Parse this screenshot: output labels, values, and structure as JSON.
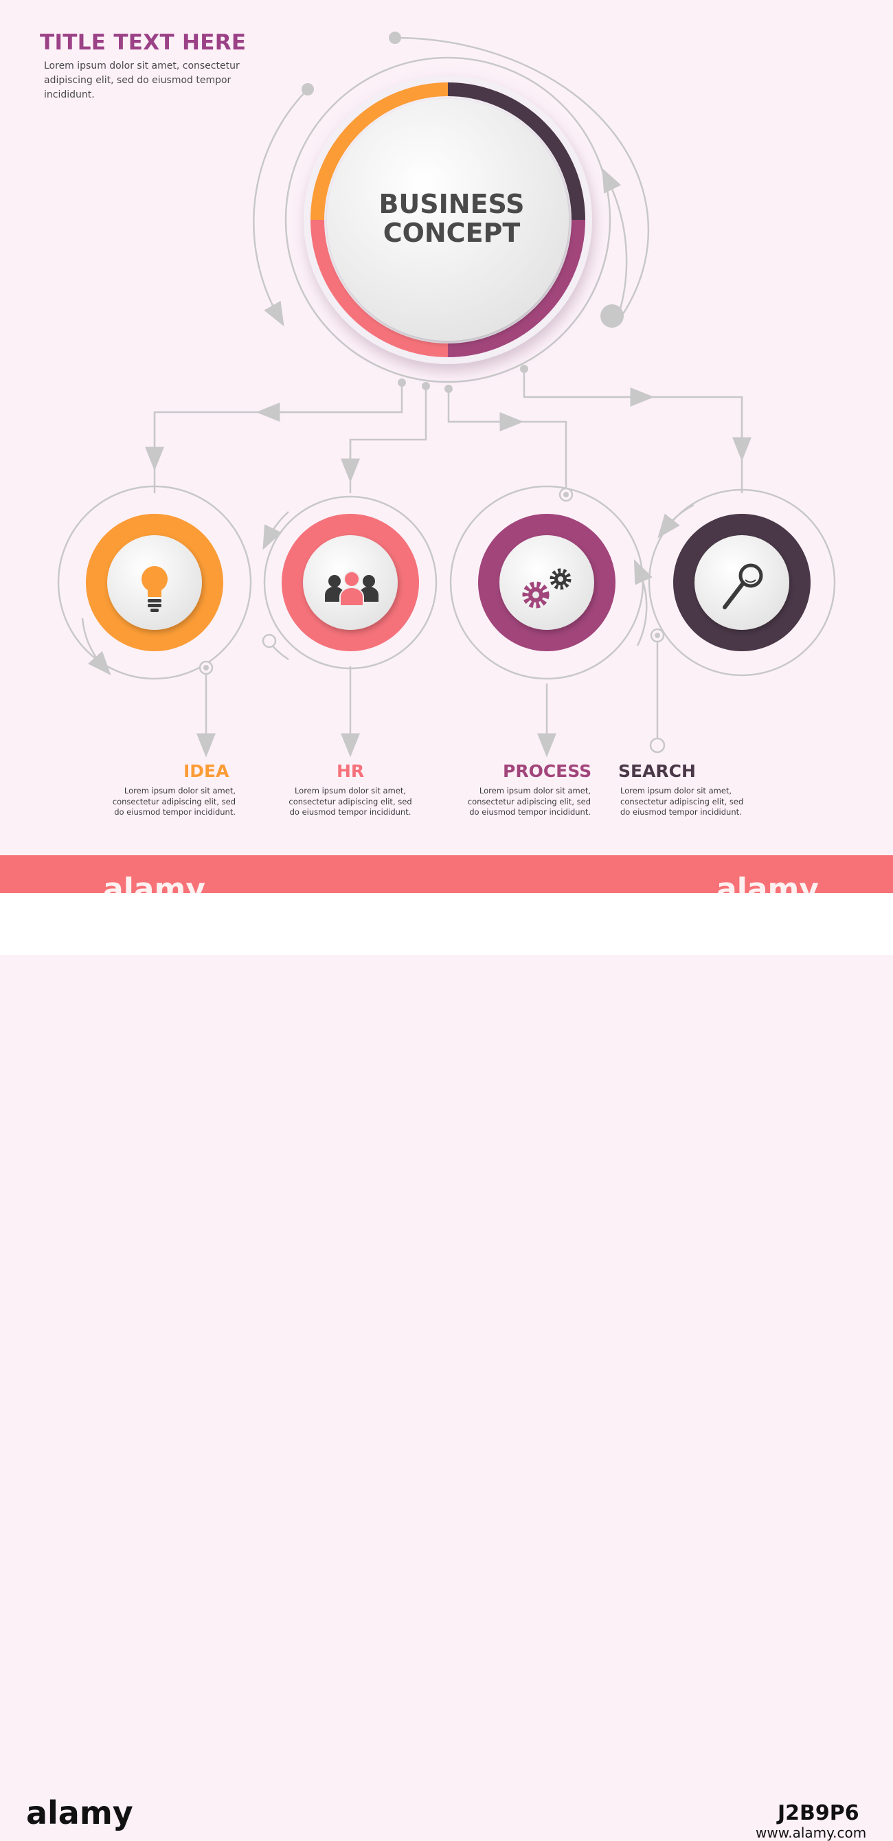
{
  "header": {
    "title": "TITLE TEXT HERE",
    "description": "Lorem ipsum dolor sit amet, consectetur adipiscing elit, sed do eiusmod tempor incididunt."
  },
  "center": {
    "line1": "BUSINESS",
    "line2": "CONCEPT",
    "ring_colors": [
      "#fb9c36",
      "#4a3848",
      "#a1457b",
      "#f5727a"
    ]
  },
  "steps": [
    {
      "label": "IDEA",
      "icon": "lightbulb-icon",
      "color": "#fb9c36",
      "description": "Lorem ipsum dolor sit amet, consectetur adipiscing elit, sed do eiusmod tempor incididunt."
    },
    {
      "label": "HR",
      "icon": "people-icon",
      "color": "#f5727a",
      "description": "Lorem ipsum dolor sit amet, consectetur adipiscing elit, sed do eiusmod tempor incididunt."
    },
    {
      "label": "PROCESS",
      "icon": "gears-icon",
      "color": "#a1457b",
      "description": "Lorem ipsum dolor sit amet, consectetur adipiscing elit, sed do eiusmod tempor incididunt."
    },
    {
      "label": "SEARCH",
      "icon": "magnifier-icon",
      "color": "#4a3848",
      "description": "Lorem ipsum dolor sit amet, consectetur adipiscing elit, sed do eiusmod tempor incididunt."
    }
  ],
  "footer": {
    "band_color": "#f77276",
    "watermark": "alamy",
    "image_code": "J2B9P6",
    "url": "www.alamy.com"
  }
}
